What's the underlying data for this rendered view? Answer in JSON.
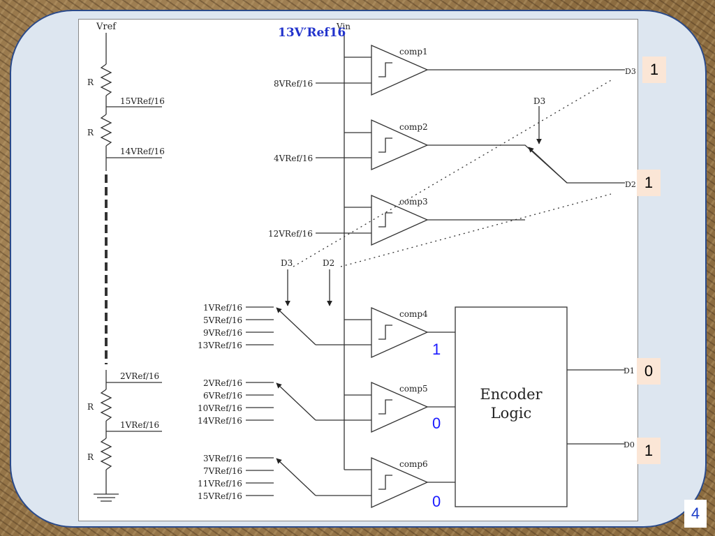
{
  "vref_label": "Vref",
  "vin_label": "Vin",
  "input_value": "13V′Ref16",
  "resistor_label": "R",
  "ladder_taps": [
    "15VRef/16",
    "14VRef/16",
    "2VRef/16",
    "1VRef/16"
  ],
  "comparators": [
    {
      "name": "comp1",
      "ref": "8VRef/16"
    },
    {
      "name": "comp2",
      "ref": "4VRef/16"
    },
    {
      "name": "comp3",
      "ref": "12VRef/16"
    },
    {
      "name": "comp4",
      "mux_inputs": [
        "1VRef/16",
        "5VRef/16",
        "9VRef/16",
        "13VRef/16"
      ]
    },
    {
      "name": "comp5",
      "mux_inputs": [
        "2VRef/16",
        "6VRef/16",
        "10VRef/16",
        "14VRef/16"
      ]
    },
    {
      "name": "comp6",
      "mux_inputs": [
        "3VRef/16",
        "7VRef/16",
        "11VRef/16",
        "15VRef/16"
      ]
    }
  ],
  "select_labels": [
    "D3",
    "D3",
    "D2"
  ],
  "encoder_label": [
    "Encoder",
    "Logic"
  ],
  "outputs": [
    {
      "name": "D3",
      "value": "1"
    },
    {
      "name": "D2",
      "value": "1"
    },
    {
      "name": "D1",
      "value": "0"
    },
    {
      "name": "D0",
      "value": "1"
    }
  ],
  "comparator_outputs": {
    "comp4": "1",
    "comp5": "0",
    "comp6": "0"
  },
  "page_number": "4",
  "colors": {
    "accent_blue": "#1a1aff",
    "frame_bg": "#dde6f0",
    "output_box": "#fbe6d6"
  }
}
